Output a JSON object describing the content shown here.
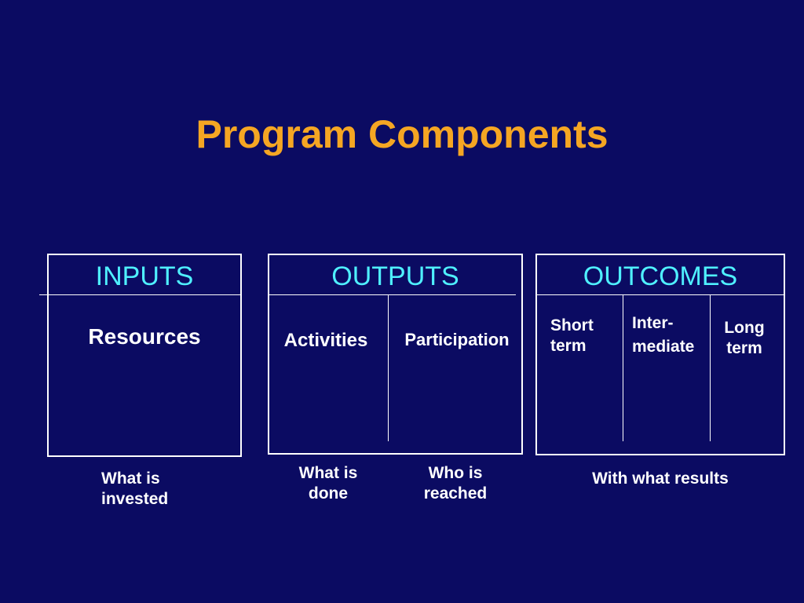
{
  "title": "Program Components",
  "inputs": {
    "header": "INPUTS",
    "items": [
      "Resources"
    ],
    "caption": [
      "What is",
      "invested"
    ]
  },
  "outputs": {
    "header": "OUTPUTS",
    "items": [
      "Activities",
      "Participation"
    ],
    "captions": [
      [
        "What is",
        "done"
      ],
      [
        "Who is",
        "reached"
      ]
    ]
  },
  "outcomes": {
    "header": "OUTCOMES",
    "items": [
      [
        "Short",
        "term"
      ],
      [
        "Inter-",
        "mediate"
      ],
      [
        "Long",
        "term"
      ]
    ],
    "caption": "With what results"
  }
}
